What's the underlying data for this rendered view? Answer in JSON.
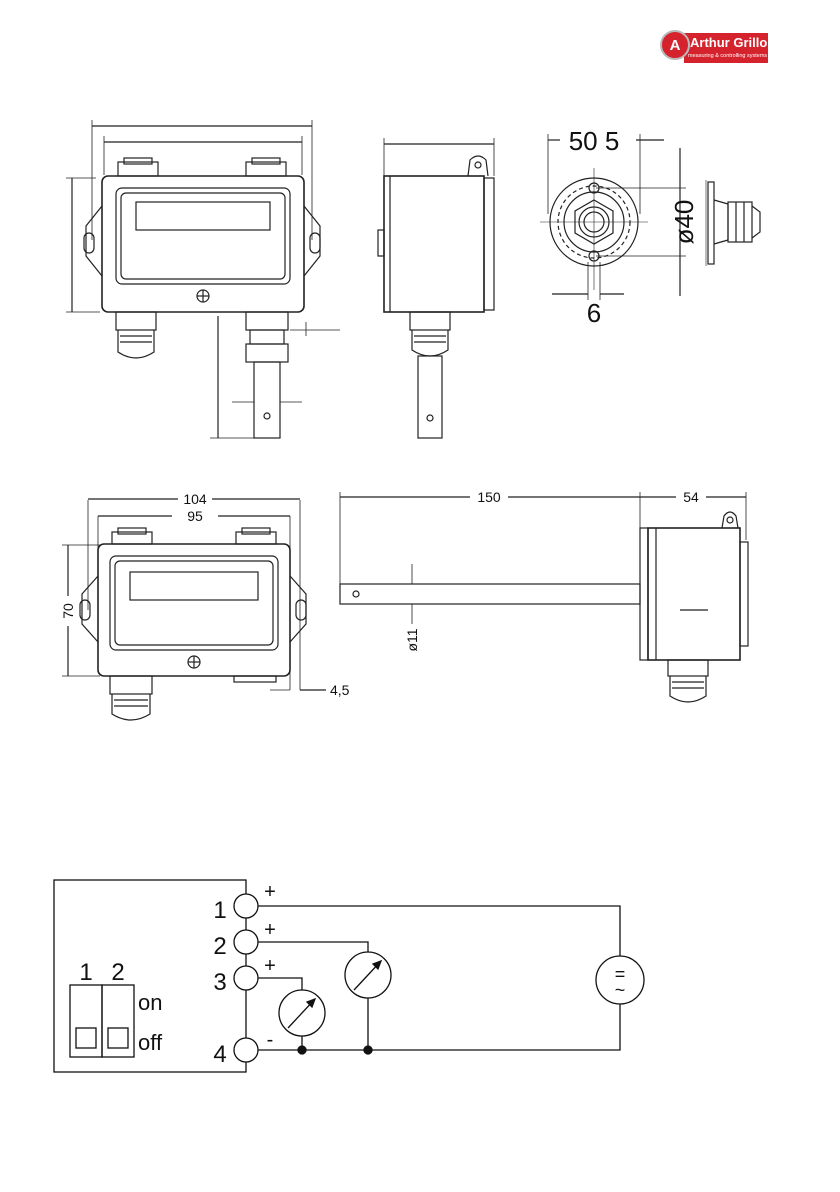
{
  "logo": {
    "badge": "A",
    "name": "Arthur Grillo",
    "tagline": "measuring & controlling systems"
  },
  "flange_view": {
    "dim_pcd": "50 5",
    "dim_diameter": "ø40",
    "dim_hole": "6"
  },
  "front_view": {
    "dim_width_outer": "104",
    "dim_width_inner": "95",
    "dim_height": "70",
    "dim_edge": "4,5"
  },
  "side_view": {
    "dim_probe_length": "150",
    "dim_depth": "54",
    "dim_probe_diameter": "ø11"
  },
  "wiring": {
    "terminals": [
      "1",
      "2",
      "3",
      "4"
    ],
    "polarity": [
      "+",
      "+",
      "+",
      "-"
    ],
    "dip_switch_numbers": [
      "1",
      "2"
    ],
    "dip_on_label": "on",
    "dip_off_label": "off",
    "supply_symbol_top": "=",
    "supply_symbol_bottom": "~"
  }
}
